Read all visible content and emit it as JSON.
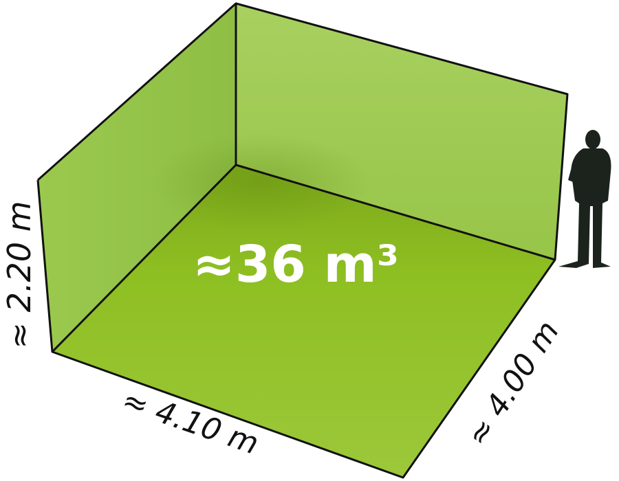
{
  "volume_label": "≈36 m³",
  "dimensions": {
    "height": "≈ 2.20 m",
    "width": "≈ 4.10 m",
    "depth": "≈ 4.00 m"
  },
  "colors": {
    "floor": "#8cbf1e",
    "floor_dark": "#7aa81a",
    "back_wall": "#a3cc55",
    "left_wall": "#97c44a",
    "edge": "#111111",
    "label": "#ffffff",
    "dim_text": "#111111",
    "person": "#1c231c"
  }
}
